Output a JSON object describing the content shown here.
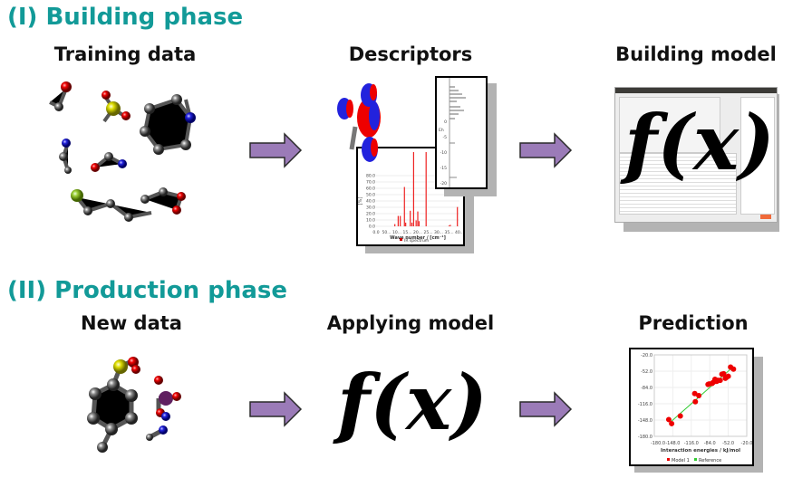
{
  "phase1": {
    "title": "(I) Building phase",
    "columns": [
      "Training data",
      "Descriptors",
      "Building model"
    ]
  },
  "phase2": {
    "title": "(II) Production phase",
    "columns": [
      "New data",
      "Applying model",
      "Prediction"
    ]
  },
  "formula": "f(x)",
  "colors": {
    "accent": "#129a98",
    "arrow": "#9b7bb8"
  },
  "ir_chart": {
    "y_ticks": [
      "0.0",
      "10.0",
      "20.0",
      "30.0",
      "40.0",
      "50.0",
      "60.0",
      "70.0",
      "80.0"
    ],
    "x_ticks": [
      "0.0",
      "50...",
      "10...",
      "15...",
      "20...",
      "25...",
      "30...",
      "35...",
      "40..."
    ],
    "ylabel": "[%]",
    "xlabel": "Wave number / [cm⁻¹]",
    "legend": "IR spectrum",
    "bars": [
      [
        45,
        3
      ],
      [
        53,
        14
      ],
      [
        58,
        14
      ],
      [
        68,
        53
      ],
      [
        71,
        5
      ],
      [
        82,
        21
      ],
      [
        86,
        5
      ],
      [
        90,
        100
      ],
      [
        96,
        8
      ],
      [
        100,
        20
      ],
      [
        103,
        7
      ],
      [
        120,
        100
      ],
      [
        175,
        1
      ],
      [
        178,
        2
      ],
      [
        195,
        26
      ]
    ]
  },
  "dos_chart": {
    "y_ticks": [
      "0",
      "-5",
      "-10",
      "-15",
      "-20"
    ],
    "ylabel": "Eh"
  },
  "chart_data": {
    "type": "scatter",
    "xlabel": "Interaction energies / kJ/mol",
    "xlim": [
      -180,
      -20
    ],
    "ylim": [
      -180,
      -20
    ],
    "x_ticks": [
      "-180.0",
      "-148.0",
      "-116.0",
      "-84.0",
      "-52.0",
      "-20.0"
    ],
    "y_ticks": [
      "-20.0",
      "-52.0",
      "-84.0",
      "-116.0",
      "-148.0",
      "-180.0"
    ],
    "legend": [
      "Model 1",
      "Reference"
    ],
    "series": [
      {
        "name": "Model 1",
        "points": [
          [
            -155,
            -147
          ],
          [
            -150,
            -155
          ],
          [
            -135,
            -140
          ],
          [
            -110,
            -96
          ],
          [
            -109,
            -112
          ],
          [
            -103,
            -100
          ],
          [
            -87,
            -78
          ],
          [
            -85,
            -77
          ],
          [
            -80,
            -76
          ],
          [
            -78,
            -74
          ],
          [
            -75,
            -68
          ],
          [
            -72,
            -72
          ],
          [
            -70,
            -70
          ],
          [
            -66,
            -70
          ],
          [
            -63,
            -58
          ],
          [
            -60,
            -57
          ],
          [
            -57,
            -66
          ],
          [
            -55,
            -64
          ],
          [
            -52,
            -62
          ],
          [
            -48,
            -44
          ],
          [
            -43,
            -48
          ]
        ]
      },
      {
        "name": "Reference",
        "points": [
          [
            -150,
            -150
          ],
          [
            -45,
            -45
          ]
        ]
      }
    ]
  }
}
